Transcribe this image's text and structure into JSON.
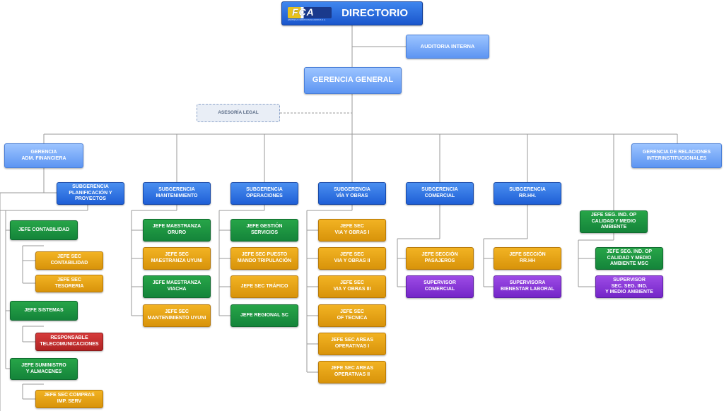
{
  "directorio": {
    "label": "DIRECTORIO",
    "logo_text": "FCA",
    "logo_sub": "EMPRESA FERROVIARIA ANDINA S.A."
  },
  "auditoria": "AUDITORIA INTERNA",
  "gerencia_general": "GERENCIA GENERAL",
  "asesoria_legal": "ASESORÍA LEGAL",
  "gerencia_adm": "GERENCIA\nADM. FINANCIERA",
  "gerencia_rel": "GERENCIA DE RELACIONES\nINTERINSTITUCIONALES",
  "sub_planificacion": "SUBGERENCIA\nPLANIFICACIÓN Y\nPROYECTOS",
  "jefe_contabilidad": "JEFE CONTABILIDAD",
  "jefe_sec_contabilidad": "JEFE SEC\nCONTABILIDAD",
  "jefe_sec_tesoreria": "JEFE SEC\nTESORERIA",
  "jefe_sistemas": "JEFE SISTEMAS",
  "responsable_telecom": "RESPONSABLE\nTELECOMUNICACIONES",
  "jefe_suministro": "JEFE SUMINISTRO\nY ALMACENES",
  "jefe_sec_compras": "JEFE SEC COMPRAS\nIMP. SERV",
  "sub_mantenimiento": "SUBGERENCIA\nMANTENIMIENTO",
  "jefe_maestranza_oruro": "JEFE MAESTRANZA\nORURO",
  "jefe_sec_maestranza_uyuni": "JEFE SEC\nMAESTRANZA UYUNI",
  "jefe_maestranza_viacha": "JEFE MAESTRANZA\nVIACHA",
  "jefe_sec_mant_uyuni": "JEFE SEC\nMANTENIMIENTO UYUNI",
  "sub_operaciones": "SUBGERENCIA\nOPERACIONES",
  "jefe_gestion_servicios": "JEFE GESTIÓN\nSERVICIOS",
  "jefe_sec_puesto_mando": "JEFE SEC PUESTO\nMANDO TRIPULACIÓN",
  "jefe_sec_trafico": "JEFE SEC TRÁFICO",
  "jefe_regional_sc": "JEFE REGIONAL SC",
  "sub_via_obras": "SUBGERENCIA\nVÍA Y OBRAS",
  "jefe_sec_via_1": "JEFE SEC\nVIA Y OBRAS I",
  "jefe_sec_via_2": "JEFE SEC\nVIA Y OBRAS II",
  "jefe_sec_via_3": "JEFE SEC\nVIA Y OBRAS III",
  "jefe_sec_of_tecnica": "JEFE SEC\nOF TECNICA",
  "jefe_sec_areas_1": "JEFE SEC AREAS\nOPERATIVAS I",
  "jefe_sec_areas_2": "JEFE SEC AREAS\nOPERATIVAS II",
  "sub_comercial": "SUBGERENCIA\nCOMERCIAL",
  "jefe_seccion_pasajeros": "JEFE SECCIÓN\nPASAJEROS",
  "supervisor_comercial": "SUPERVISOR\nCOMERCIAL",
  "sub_rrhh": "SUBGERENCIA\nRR.HH.",
  "jefe_seccion_rrhh": "JEFE SECCIÓN\nRR.HH",
  "supervisora_bienestar": "SUPERVISORA\nBIENESTAR LABORAL",
  "jefe_seg_ind_op": "JEFE SEG. IND. OP\nCALIDAD Y MEDIO\nAMBIENTE",
  "jefe_seg_ind_op_msc": "JEFE SEG. IND. OP\nCALIDAD Y MEDIO\nAMBIENTE MSC",
  "supervisor_seg_ind": "SUPERVISOR\nSEC. SEG. IND.\nY MEDIO AMBIENTE"
}
